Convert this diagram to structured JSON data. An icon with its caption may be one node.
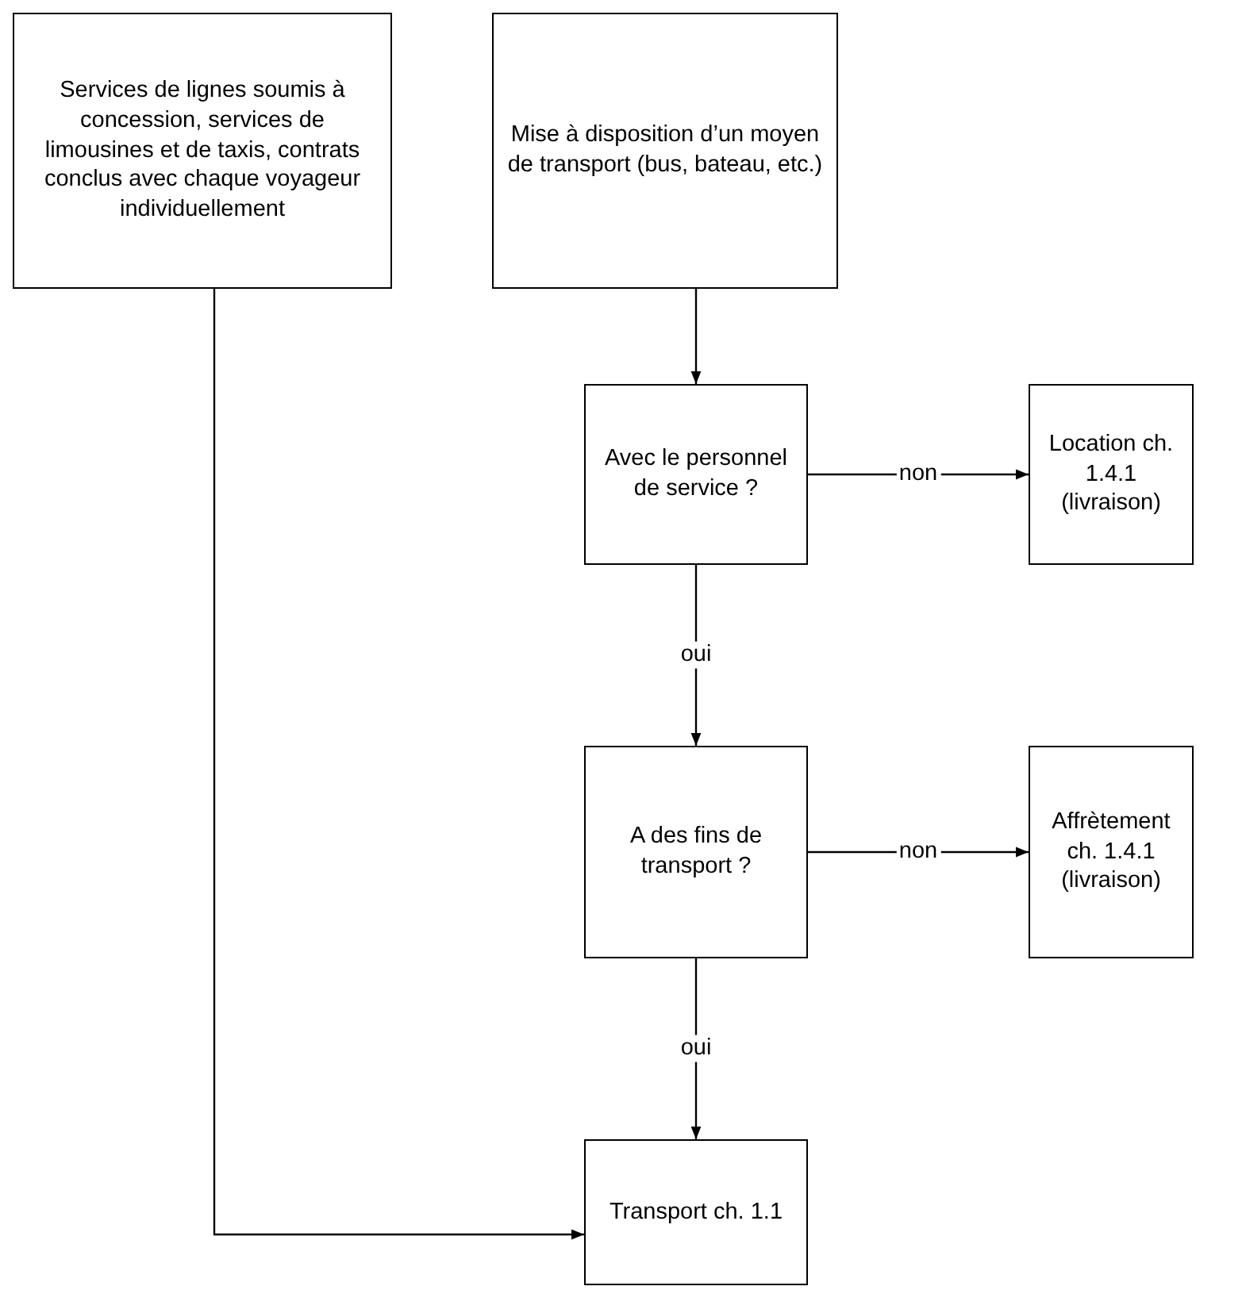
{
  "diagram": {
    "nodes": [
      {
        "text": [
          "Services de lignes soumis à concession, services de limousines et de taxis, contrats conclus avec chaque voyageur individuellement"
        ]
      },
      {
        "text": [
          "Mise à disposition d’un moyen de transport (bus, bateau, etc.)"
        ]
      },
      {
        "text": [
          "Avec le personnel de service ?"
        ]
      },
      {
        "text": [
          "Location ch. 1.4.1 (livraison)"
        ]
      },
      {
        "text": [
          "A des fins de transport ?"
        ]
      },
      {
        "text": [
          "Affrètement ch. 1.4.1 (livraison)"
        ]
      },
      {
        "text": [
          "Transport ch. 1.1"
        ]
      }
    ],
    "edges": [
      {
        "from": 1,
        "to": 2,
        "arrow": "to"
      },
      {
        "from": 2,
        "to": 3,
        "arrow": "to",
        "label": "non"
      },
      {
        "from": 2,
        "to": 4,
        "arrow": "to",
        "label": "oui"
      },
      {
        "from": 4,
        "to": 5,
        "arrow": "to",
        "label": "non"
      },
      {
        "from": 4,
        "to": 6,
        "arrow": "to",
        "label": "oui"
      },
      {
        "from": 0,
        "to": 6,
        "arrow": "to"
      }
    ]
  }
}
